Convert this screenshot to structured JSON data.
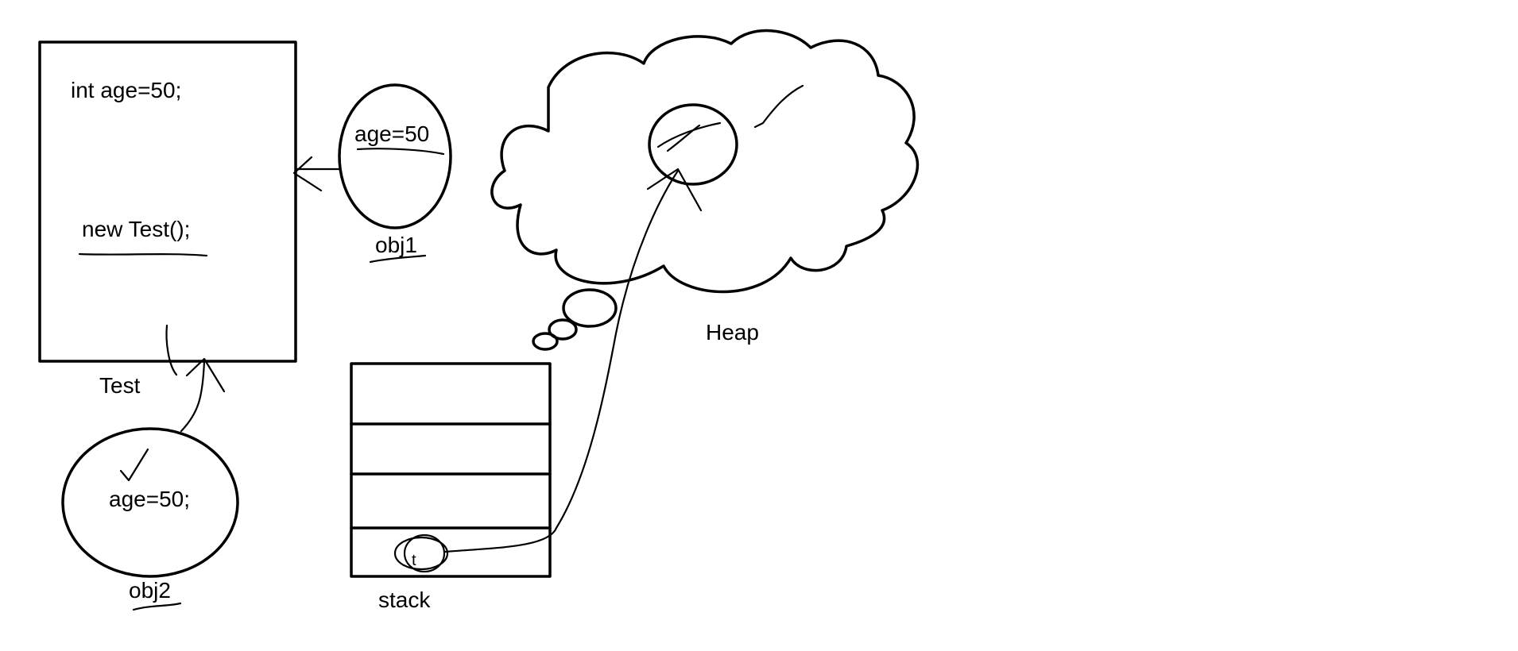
{
  "test_box": {
    "code_line_1": "int age=50;",
    "code_line_2": "new Test();",
    "caption": "Test"
  },
  "obj1": {
    "field": "age=50",
    "caption": "obj1"
  },
  "obj2": {
    "field": "age=50;",
    "caption": "obj2"
  },
  "heap": {
    "caption": "Heap"
  },
  "stack": {
    "caption": "stack",
    "cell_mark": "t"
  },
  "colors": {
    "ink": "#000000",
    "background": "#ffffff"
  }
}
